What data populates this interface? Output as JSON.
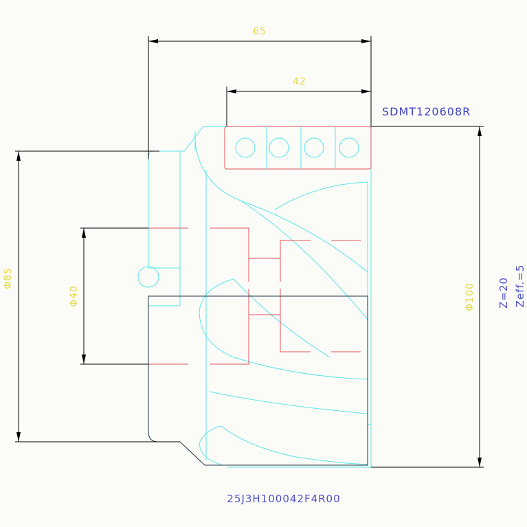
{
  "dimensions": {
    "width_65": "65",
    "width_42": "42",
    "dia_85": "Φ85",
    "dia_40": "Φ40",
    "dia_100": "Φ100"
  },
  "insert_code": "SDMT120608R",
  "teeth": {
    "z": "Z=20",
    "zeff": "Zeff.=5"
  },
  "part_number": "25J3H100042F4R00",
  "colors": {
    "background": "#fbfcf8",
    "cyan": "#59e4e8",
    "red": "#e0505a",
    "yellow": "#e6d84a",
    "blue": "#4040c8",
    "dark": "#1e3040"
  }
}
